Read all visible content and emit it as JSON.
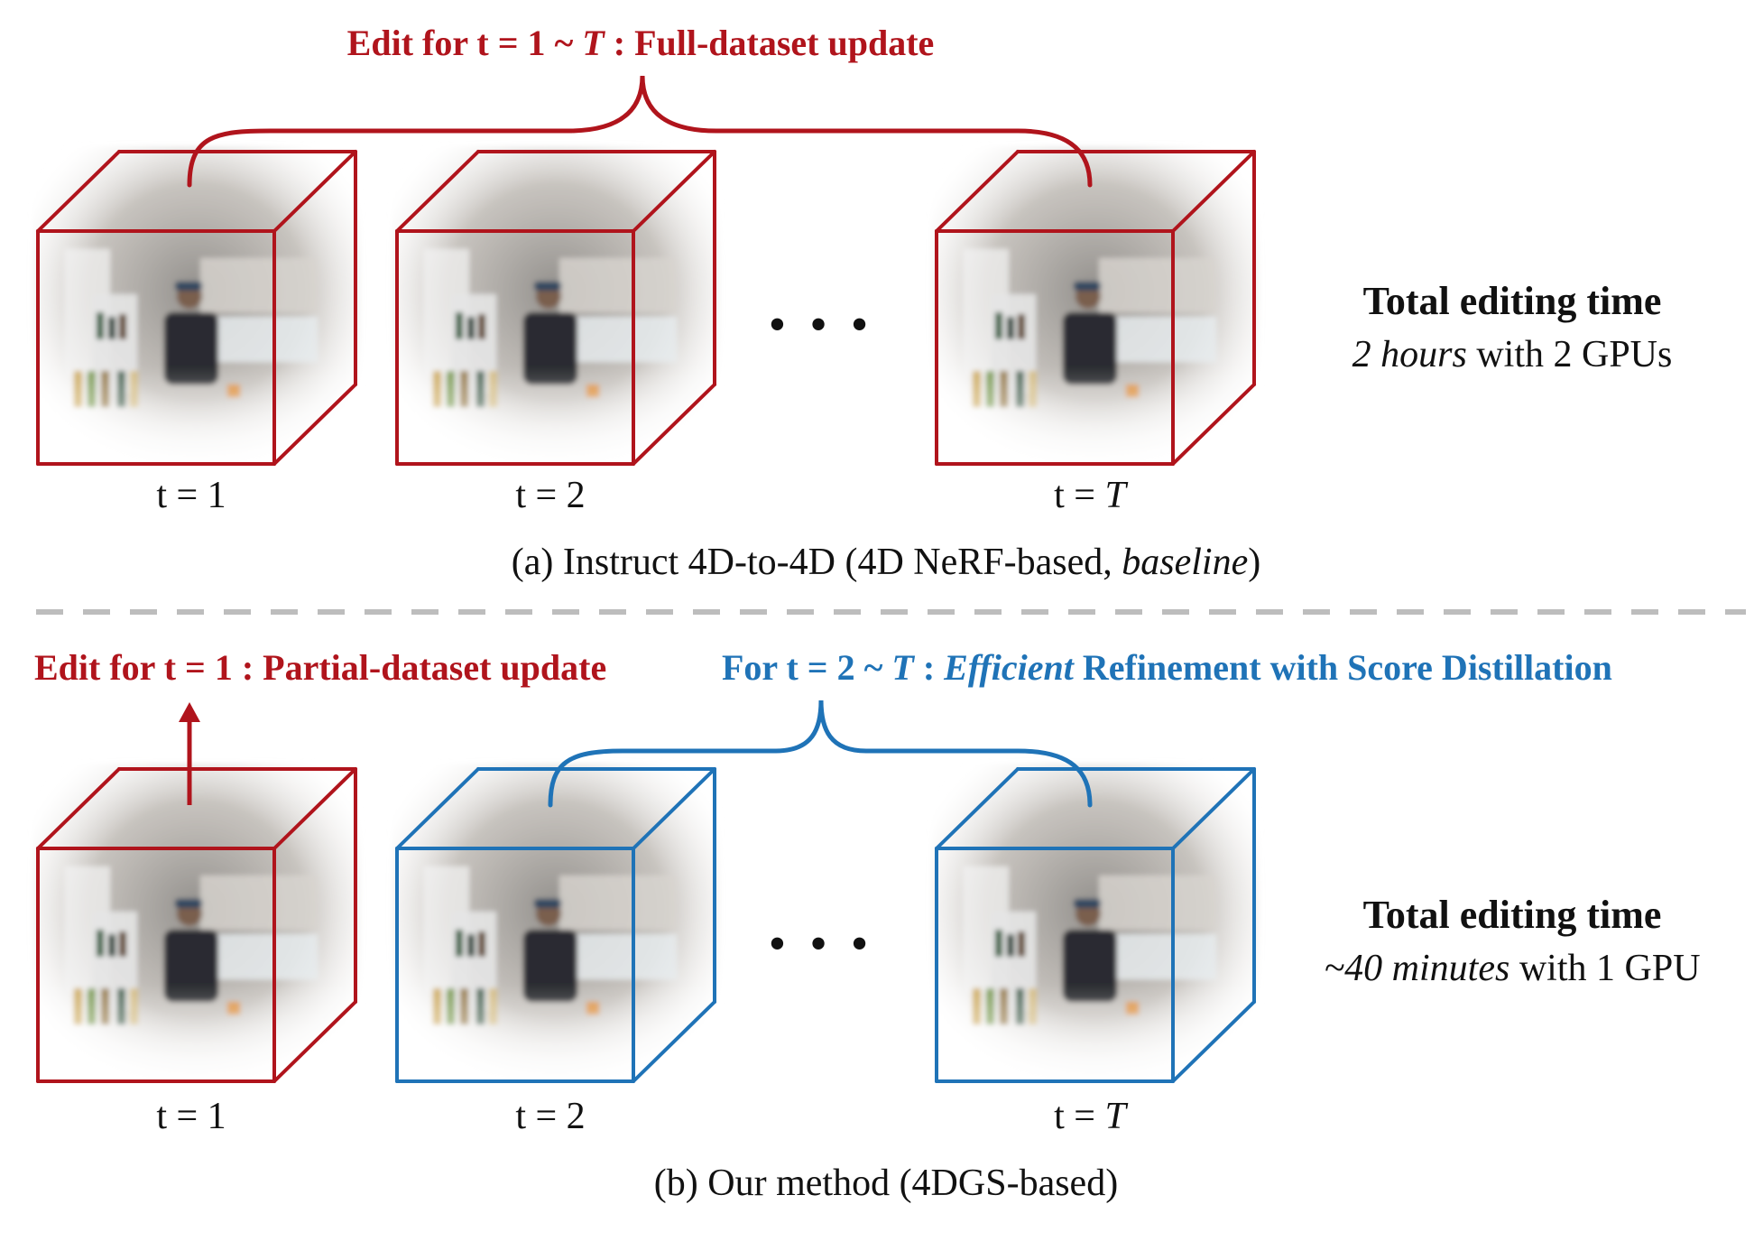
{
  "colors": {
    "red": "#b0141c",
    "blue": "#1f73b7",
    "text": "#111111",
    "separator": "#bdbdbd"
  },
  "top": {
    "header": {
      "prefix": "Edit for t = 1 ~ ",
      "T": "T",
      "suffix": " : Full-dataset update"
    },
    "frames": [
      {
        "label_pre": "t = ",
        "label_var": "1",
        "color": "red"
      },
      {
        "label_pre": "t = ",
        "label_var": "2",
        "color": "red"
      },
      {
        "label_pre": "t = ",
        "label_var": "T",
        "color": "red"
      }
    ],
    "ellipsis": "• • •",
    "time_title": "Total editing time",
    "time_value_italic": "2 hours",
    "time_value_rest": " with 2 GPUs",
    "caption_pre": "(a) Instruct 4D-to-4D (4D NeRF-based, ",
    "caption_italic": "baseline",
    "caption_post": ")"
  },
  "bottom": {
    "header_left": "Edit for t = 1 : Partial-dataset update",
    "header_right_prefix": "For t = 2 ~ ",
    "header_right_T": "T",
    "header_right_colon": " : ",
    "header_right_italic": "Efficient",
    "header_right_rest": " Refinement with Score Distillation",
    "frames": [
      {
        "label_pre": "t = ",
        "label_var": "1",
        "color": "red"
      },
      {
        "label_pre": "t = ",
        "label_var": "2",
        "color": "blue"
      },
      {
        "label_pre": "t = ",
        "label_var": "T",
        "color": "blue"
      }
    ],
    "ellipsis": "• • •",
    "time_title": "Total editing time",
    "time_value_italic": "~40 minutes",
    "time_value_rest": " with 1 GPU",
    "caption": "(b) Our method (4DGS-based)"
  }
}
